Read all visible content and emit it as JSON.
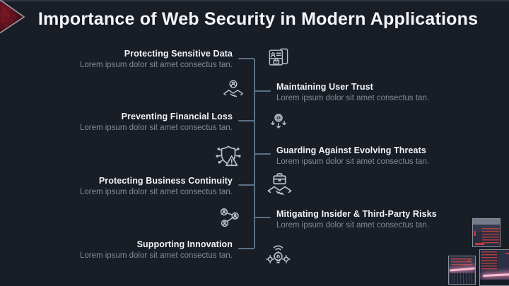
{
  "slide": {
    "title": "Importance of Web Security in Modern Applications"
  },
  "timeline": {
    "items": [
      {
        "side": "left",
        "title": "Protecting Sensitive Data",
        "description": "Lorem ipsum dolor sit amet consectus tan.",
        "icon": "secure-document-lock-icon"
      },
      {
        "side": "right",
        "title": "Maintaining User Trust",
        "description": "Lorem ipsum dolor sit amet consectus tan.",
        "icon": "trust-handshake-icon"
      },
      {
        "side": "left",
        "title": "Preventing Financial Loss",
        "description": "Lorem ipsum dolor sit amet consectus tan.",
        "icon": "money-loss-arrows-icon"
      },
      {
        "side": "right",
        "title": "Guarding Against Evolving Threats",
        "description": "Lorem ipsum dolor sit amet consectus tan.",
        "icon": "shield-threat-icon"
      },
      {
        "side": "left",
        "title": "Protecting Business Continuity",
        "description": "Lorem ipsum dolor sit amet consectus tan.",
        "icon": "briefcase-handshake-icon"
      },
      {
        "side": "right",
        "title": "Mitigating Insider & Third-Party Risks",
        "description": "Lorem ipsum dolor sit amet consectus tan.",
        "icon": "people-network-icon"
      },
      {
        "side": "left",
        "title": "Supporting Innovation",
        "description": "Lorem ipsum dolor sit amet consectus tan.",
        "icon": "idea-bulb-gear-icon"
      }
    ]
  },
  "decorative_images": [
    {
      "name": "code-screen-photo"
    },
    {
      "name": "laptop-glow-photo"
    },
    {
      "name": "monitor-glow-photo"
    }
  ],
  "colors": {
    "background": "#181d26",
    "line": "#5a7183",
    "title_text": "#f1f3f6",
    "description_text": "#838b96",
    "icon_stroke": "#b7c1cc",
    "logo_red": "#7d1626",
    "glow_pink": "#f2a7c3",
    "code_red": "#c94040"
  }
}
